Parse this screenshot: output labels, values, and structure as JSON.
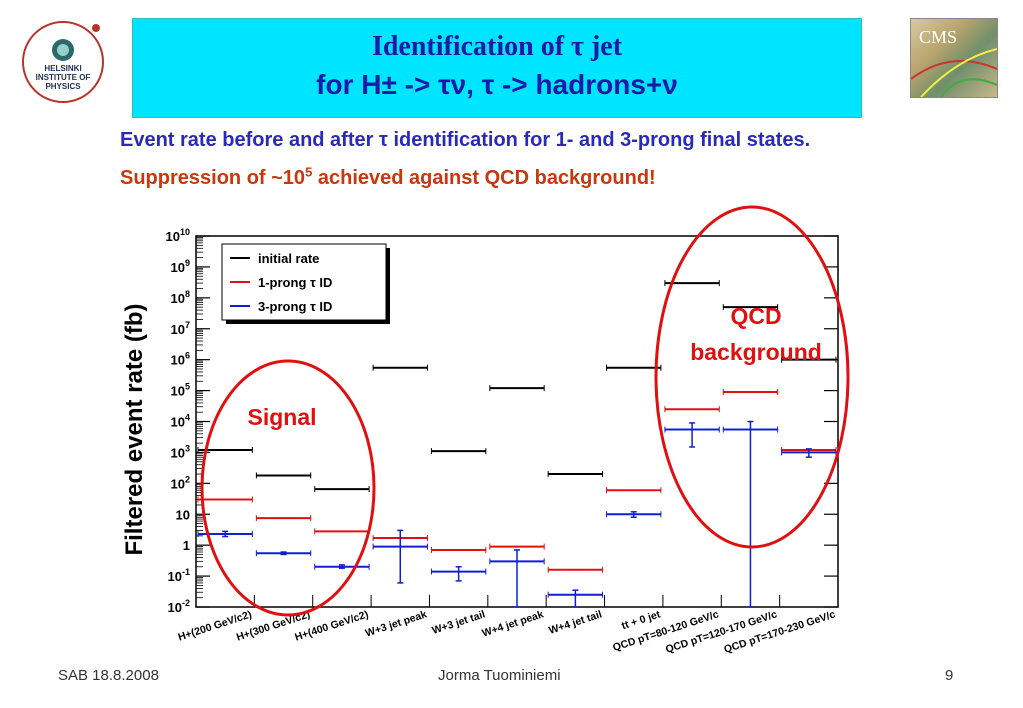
{
  "slide": {
    "title_line1": "Identification of τ jet",
    "title_line2": "for H± -> τν, τ -> hadrons+ν",
    "subtitle_part1": "Event rate before and after τ identification for 1- and 3-prong final states.",
    "subtitle_part2": "Suppression of ~10",
    "subtitle_sup": "5",
    "subtitle_part3": "achieved against QCD background!",
    "logo_left_text": [
      "HELSINKI",
      "INSTITUTE OF",
      "PHYSICS"
    ],
    "logo_right_text": "CMS",
    "footer_left": "SAB 18.8.2008",
    "footer_center": "Jorma Tuominiemi",
    "footer_right": "9"
  },
  "chart_data": {
    "type": "scatter",
    "ylabel": "Filtered event rate (fb)",
    "yscale": "log",
    "ylim": [
      0.01,
      10000000000
    ],
    "ytick_labels": [
      "10-2",
      "10-1",
      "1",
      "10",
      "102",
      "103",
      "104",
      "105",
      "106",
      "107",
      "108",
      "109",
      "1010"
    ],
    "categories": [
      "H+(200 GeV/c2)",
      "H+(300 GeV/c2)",
      "H+(400 GeV/c2)",
      "W+3 jet peak",
      "W+3 jet tail",
      "W+4 jet peak",
      "W+4 jet tail",
      "tt + 0 jet",
      "QCD pT=80-120 GeV/c",
      "QCD pT=120-170 GeV/c",
      "QCD pT=170-230 GeV/c"
    ],
    "legend_position": "top-left",
    "series": [
      {
        "name": "initial rate",
        "color": "#000000",
        "values": [
          1200,
          180,
          65,
          550000,
          1100,
          120000,
          200,
          550000,
          300000000,
          50000000,
          1000000
        ]
      },
      {
        "name": "1-prong τ ID",
        "color": "#e01010",
        "values": [
          30,
          7.5,
          2.8,
          1.7,
          0.7,
          0.9,
          0.16,
          60,
          25000,
          90000,
          1200
        ]
      },
      {
        "name": "3-prong τ ID",
        "color": "#1020d0",
        "values": [
          2.3,
          0.55,
          0.2,
          0.9,
          0.14,
          0.3,
          0.025,
          10,
          5500,
          5500,
          1000
        ],
        "err_low": [
          1.9,
          0.5,
          0.18,
          0.06,
          0.07,
          0.01,
          0.01,
          8,
          1500,
          0.01,
          700
        ],
        "err_high": [
          2.8,
          0.6,
          0.23,
          3,
          0.2,
          0.7,
          0.035,
          12,
          9000,
          10000,
          1300
        ]
      }
    ],
    "annotations": [
      {
        "text": "Signal",
        "color": "#e01010"
      },
      {
        "text": "QCD background",
        "color": "#e01010"
      }
    ]
  }
}
